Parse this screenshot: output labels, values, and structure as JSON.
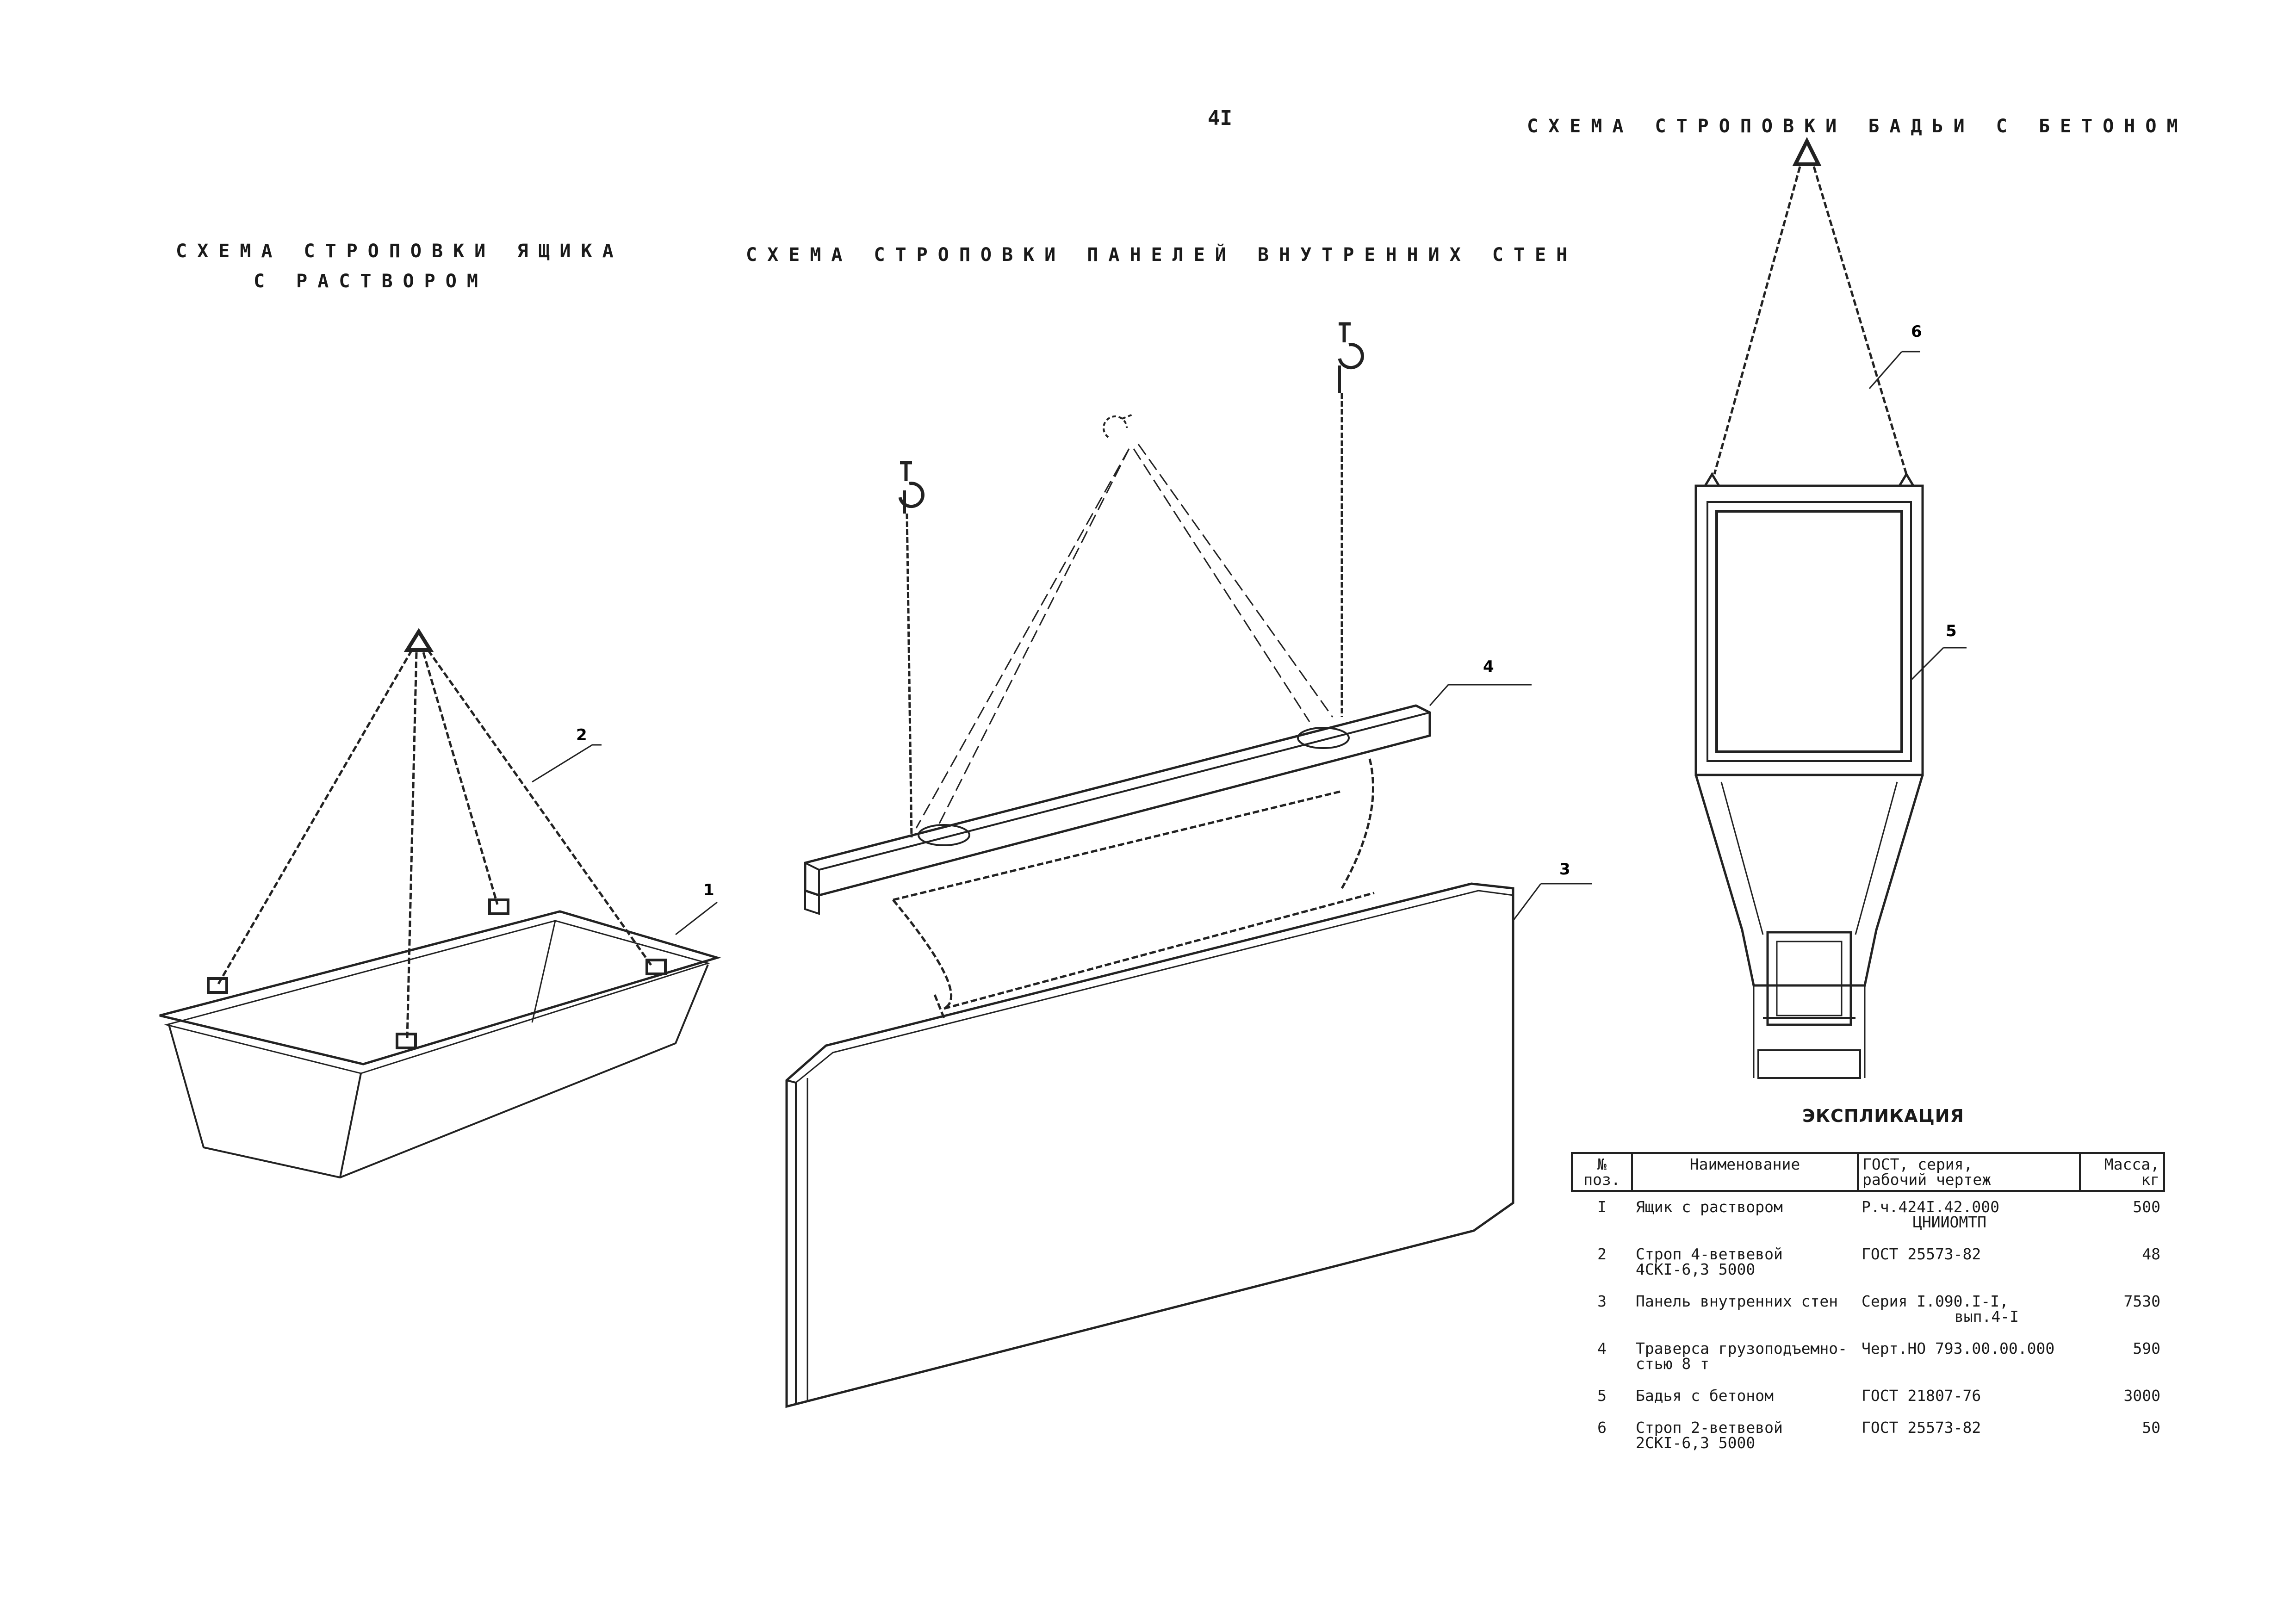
{
  "page_number": "4I",
  "titles": {
    "box_line1": "СХЕМА СТРОПОВКИ ЯЩИКА",
    "box_line2": "С РАСТВОРОМ",
    "panels": "СХЕМА СТРОПОВКИ ПАНЕЛЕЙ ВНУТРЕННИХ СТЕН",
    "bucket": "СХЕМА СТРОПОВКИ БАДЬИ С БЕТОНОМ"
  },
  "callouts": {
    "c1": "1",
    "c2": "2",
    "c3": "3",
    "c4": "4",
    "c5": "5",
    "c6": "6"
  },
  "explication": {
    "title": "ЭКСПЛИКАЦИЯ",
    "headers": {
      "pos_l1": "№",
      "pos_l2": "поз.",
      "name": "Наименование",
      "gost_l1": "ГОСТ, серия,",
      "gost_l2": "рабочий чертеж",
      "mass_l1": "Масса,",
      "mass_l2": "кг"
    },
    "rows": [
      {
        "pos": "I",
        "name_l1": "Ящик с раствором",
        "name_l2": "",
        "gost_l1": "Р.ч.424I.42.000",
        "gost_l2": "ЦНИИОМТП",
        "mass": "500"
      },
      {
        "pos": "2",
        "name_l1": "Строп 4-ветвевой",
        "name_l2": "4СКI-6,3 5000",
        "gost_l1": "ГОСТ 25573-82",
        "gost_l2": "",
        "mass": "48"
      },
      {
        "pos": "3",
        "name_l1": "Панель внутренних стен",
        "name_l2": "",
        "gost_l1": "Серия I.090.I-I,",
        "gost_l2": "вып.4-I",
        "mass": "7530"
      },
      {
        "pos": "4",
        "name_l1": "Траверса грузоподъемно-",
        "name_l2": "стью 8 т",
        "gost_l1": "Черт.НО 793.00.00.000",
        "gost_l2": "",
        "mass": "590"
      },
      {
        "pos": "5",
        "name_l1": "Бадья с бетоном",
        "name_l2": "",
        "gost_l1": "ГОСТ 21807-76",
        "gost_l2": "",
        "mass": "3000"
      },
      {
        "pos": "6",
        "name_l1": "Строп 2-ветвевой",
        "name_l2": "2СКI-6,3 5000",
        "gost_l1": "ГОСТ 25573-82",
        "gost_l2": "",
        "mass": "50"
      }
    ]
  }
}
